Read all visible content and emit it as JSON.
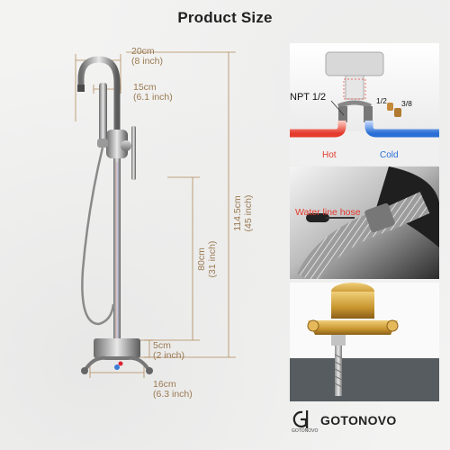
{
  "title": "Product Size",
  "dimensions": {
    "spout_reach": {
      "cm": "20cm",
      "inch": "(8 inch)"
    },
    "handheld": {
      "cm": "15cm",
      "inch": "(6.1 inch)"
    },
    "total_height": {
      "cm": "114.5cm",
      "inch": "(45 inch)"
    },
    "riser_height": {
      "cm": "80cm",
      "inch": "(31 inch)"
    },
    "base_height": {
      "cm": "5cm",
      "inch": "(2 inch)"
    },
    "base_width": {
      "cm": "16cm",
      "inch": "(6.3 inch)"
    }
  },
  "connection_panel": {
    "npt_label": "NPT 1/2",
    "fitting_half": "1/2",
    "fitting_three_eighths": "3/8",
    "hot_label": "Hot",
    "cold_label": "Cold",
    "colors": {
      "hot": "#e43b2d",
      "cold": "#2a6fd6"
    }
  },
  "hose_panel": {
    "label": "Water line hose"
  },
  "brand": {
    "name": "GOTONOVO",
    "sub": "GOTONOVO",
    "logo_icon": "gotonovo-logo-icon"
  },
  "colors": {
    "dimension_text": "#9b7a52",
    "dimension_line": "#b08a5a"
  }
}
